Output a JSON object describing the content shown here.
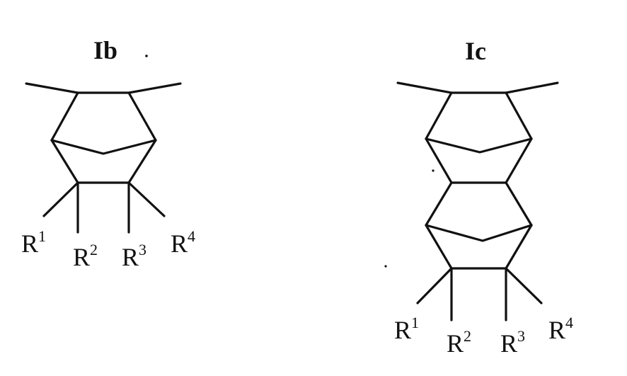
{
  "structures": [
    {
      "title": "Ib",
      "substituents": [
        {
          "letter": "R",
          "index": "1"
        },
        {
          "letter": "R",
          "index": "2"
        },
        {
          "letter": "R",
          "index": "3"
        },
        {
          "letter": "R",
          "index": "4"
        }
      ]
    },
    {
      "title": "Ic",
      "substituents": [
        {
          "letter": "R",
          "index": "1"
        },
        {
          "letter": "R",
          "index": "2"
        },
        {
          "letter": "R",
          "index": "3"
        },
        {
          "letter": "R",
          "index": "4"
        }
      ]
    }
  ]
}
